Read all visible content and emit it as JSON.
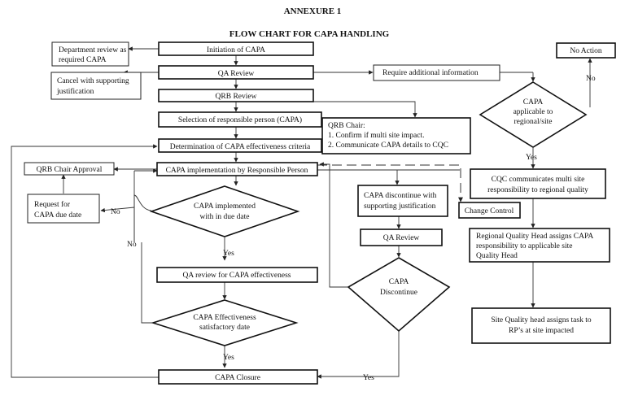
{
  "header": {
    "annexure": "ANNEXURE 1",
    "title": "FLOW CHART FOR CAPA HANDLING"
  },
  "nodes": {
    "initiation": "Initiation of CAPA",
    "qa_review_top": "QA Review",
    "qrb_review": "QRB Review",
    "selection": "Selection of responsible person (CAPA)",
    "determination": "Determination of CAPA effectiveness criteria",
    "implementation": "CAPA implementation by Responsible Person",
    "implemented_line1": "CAPA implemented",
    "implemented_line2": "with in due date",
    "qa_effectiveness": "QA review for CAPA effectiveness",
    "eff_line1": "CAPA Effectiveness",
    "eff_line2": "satisfactory date",
    "closure": "CAPA Closure",
    "dept_review_line1": "Department review as",
    "dept_review_line2": "required CAPA",
    "cancel_line1": "Cancel with supporting",
    "cancel_line2": "justification",
    "qrb_chair_approval": "QRB Chair Approval",
    "request_line1": "Request for",
    "request_line2": "CAPA  due date",
    "require_info": "Require additional information",
    "qrb_chair_heading": "QRB Chair:",
    "qrb_chair_item1": "1.   Confirm if multi site impact.",
    "qrb_chair_item2": "2.   Communicate CAPA details to CQC",
    "discontinue_box_line1": "CAPA discontinue with",
    "discontinue_box_line2": "supporting justification",
    "qa_review_right": "QA Review",
    "disc_diamond_line1": "CAPA",
    "disc_diamond_line2": "Discontinue",
    "change_control": "Change Control",
    "no_action": "No Action",
    "applicable_line1": "CAPA",
    "applicable_line2": "applicable to",
    "applicable_line3": "regional/site",
    "cqc_line1": "CQC communicates multi site",
    "cqc_line2": "responsibility to regional quality",
    "regional_line1": "Regional Quality Head assigns CAPA",
    "regional_line2": "responsibility to applicable site",
    "regional_line3": "Quality Head",
    "site_line1": "Site Quality head assigns task to",
    "site_line2": "RP’s at site impacted"
  },
  "labels": {
    "no_due_date": "No",
    "no_effectiveness": "No",
    "yes_implemented": "Yes",
    "yes_effectiveness": "Yes",
    "yes_discontinue": "Yes",
    "no_applicable": "No",
    "yes_applicable": "Yes"
  }
}
